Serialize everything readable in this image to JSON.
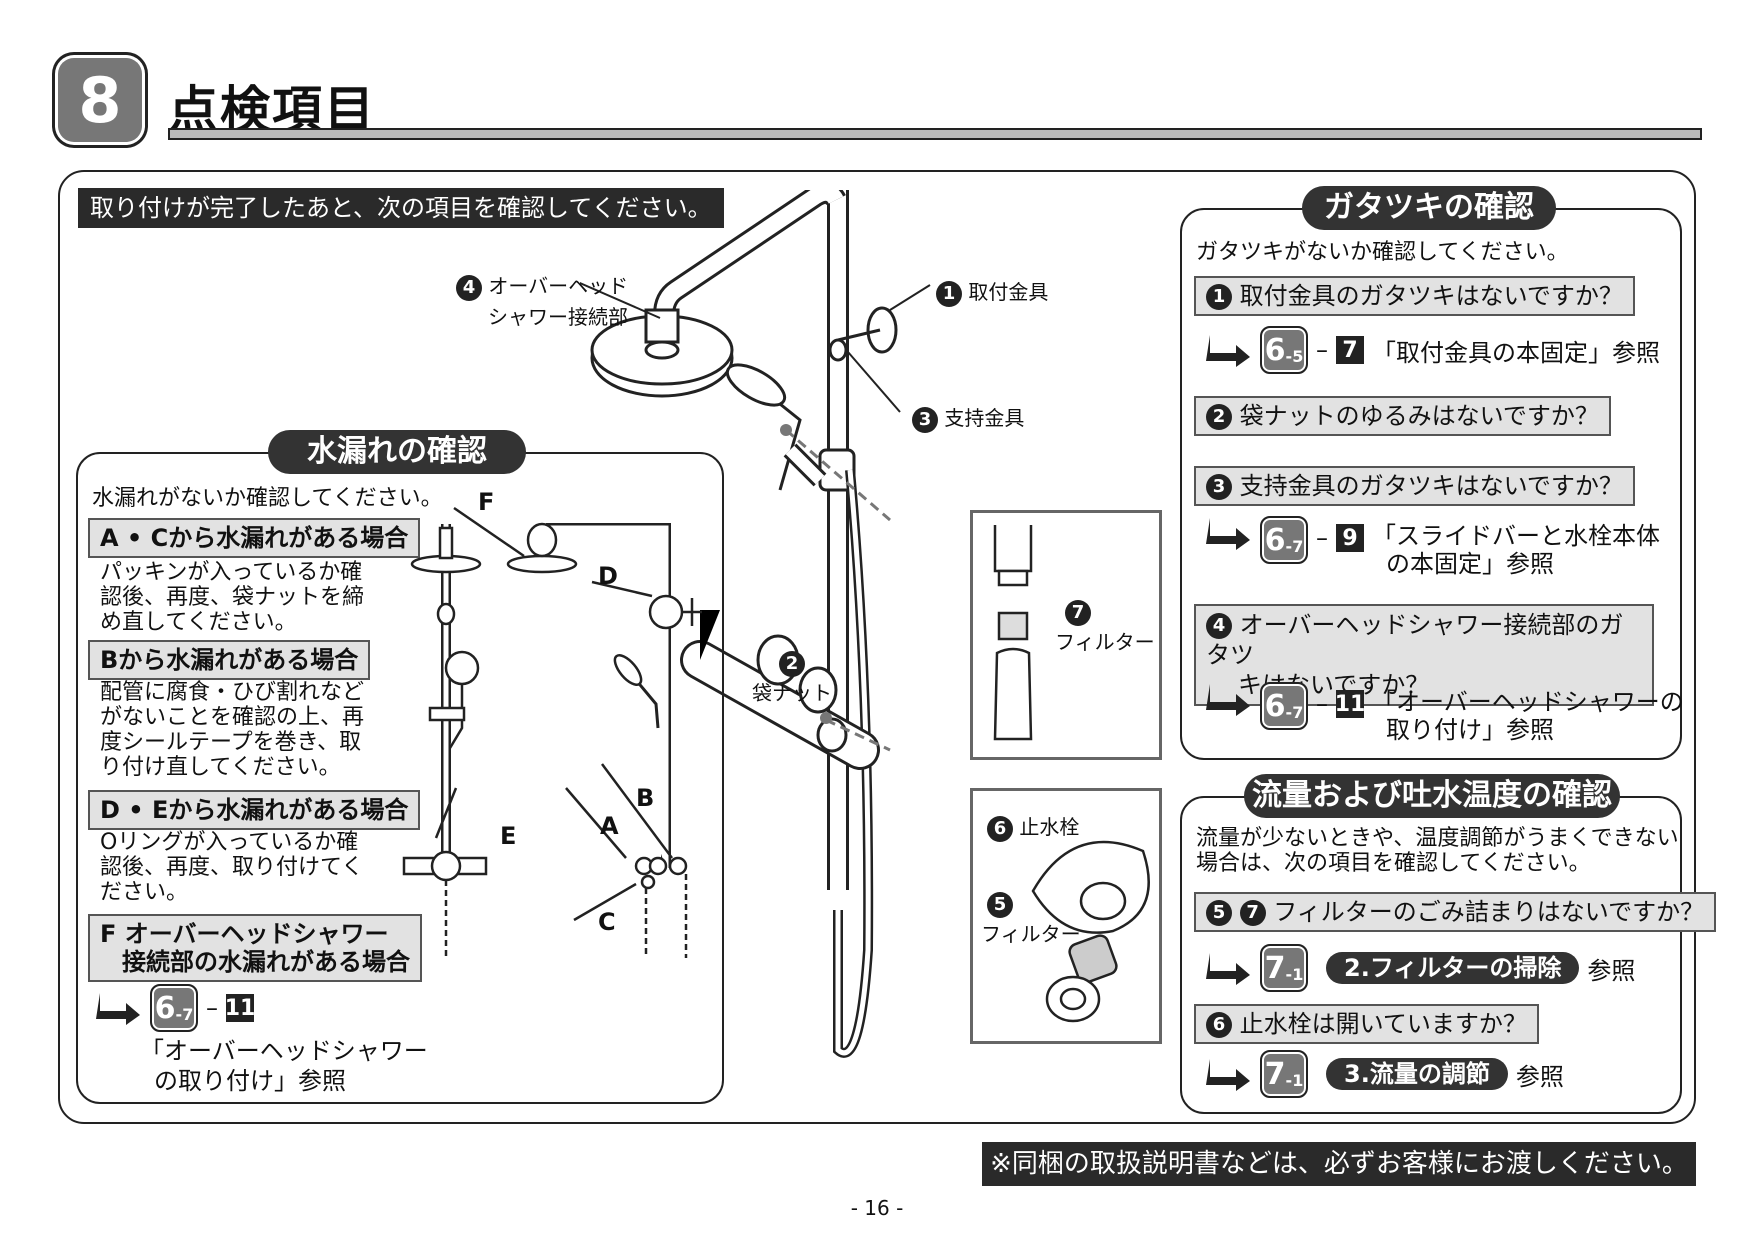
{
  "section": {
    "number": "8",
    "title": "点検項目"
  },
  "intro_banner": "取り付けが完了したあと、次の項目を確認してください。",
  "diagram_labels": {
    "overhead_connection": {
      "num": "4",
      "text1": "オーバーヘッド",
      "text2": "シャワー接続部"
    },
    "mount_bracket": {
      "num": "1",
      "text": "取付金具"
    },
    "support_bracket": {
      "num": "3",
      "text": "支持金具"
    },
    "bag_nut": {
      "num": "2",
      "text": "袋ナット"
    },
    "filter7": {
      "num": "7",
      "text": "フィルター"
    },
    "stop_valve": {
      "num": "6",
      "text": "止水栓"
    },
    "filter5": {
      "num": "5",
      "text": "フィルター"
    }
  },
  "leak": {
    "title": "水漏れの確認",
    "lead": "水漏れがないか確認してください。",
    "items": [
      {
        "head": "A • Cから水漏れがある場合",
        "body": [
          "パッキンが入っているか確",
          "認後、再度、袋ナットを締",
          "め直してください。"
        ]
      },
      {
        "head": "Bから水漏れがある場合",
        "body": [
          "配管に腐食・ひび割れなど",
          "がないことを確認の上、再",
          "度シールテープを巻き、取",
          "り付け直してください。"
        ]
      },
      {
        "head": "D • Eから水漏れがある場合",
        "body": [
          "Oリングが入っているか確",
          "認後、再度、取り付けてく",
          "ださい。"
        ]
      },
      {
        "head": [
          "F オーバーヘッドシャワー",
          "接続部の水漏れがある場合"
        ],
        "body": []
      }
    ],
    "ref": {
      "page": "6",
      "sub": "-7",
      "dash": "–",
      "step": "11",
      "text1": "「オーバーヘッドシャワー",
      "text2": "の取り付け」参照"
    },
    "letters": {
      "A": "A",
      "B": "B",
      "C": "C",
      "D": "D",
      "E": "E",
      "F": "F"
    }
  },
  "rattle": {
    "title": "ガタツキの確認",
    "lead": "ガタツキがないか確認してください。",
    "q1": {
      "num": "1",
      "text": "取付金具のガタツキはないですか？",
      "page": "6",
      "sub": "-5",
      "dash": "–",
      "step": "7",
      "ref": "「取付金具の本固定」参照"
    },
    "q2": {
      "num": "2",
      "text": "袋ナットのゆるみはないですか？"
    },
    "q3": {
      "num": "3",
      "text": "支持金具のガタツキはないですか？",
      "page": "6",
      "sub": "-7",
      "dash": "–",
      "step": "9",
      "ref1": "「スライドバーと水栓本体",
      "ref2": "の本固定」参照"
    },
    "q4": {
      "num": "4",
      "text1": "オーバーヘッドシャワー接続部のガタツ",
      "text2": "キはないですか？",
      "page": "6",
      "sub": "-7",
      "dash": "–",
      "step": "11",
      "ref1": "「オーバーヘッドシャワーの",
      "ref2": "取り付け」参照"
    }
  },
  "flow": {
    "title": "流量および吐水温度の確認",
    "lead1": "流量が少ないときや、温度調節がうまくできない",
    "lead2": "場合は、次の項目を確認してください。",
    "q1": {
      "n1": "5",
      "n2": "7",
      "text": "フィルターのごみ詰まりはないですか？",
      "page": "7",
      "sub": "-1",
      "pill": "2.フィルターの掃除",
      "ref": "参照"
    },
    "q2": {
      "num": "6",
      "text": "止水栓は開いていますか？",
      "page": "7",
      "sub": "-1",
      "pill": "3.流量の調節",
      "ref": "参照"
    }
  },
  "footer_note": "※同梱の取扱説明書などは、必ずお客様にお渡しください。",
  "page_number": "- 16 -"
}
